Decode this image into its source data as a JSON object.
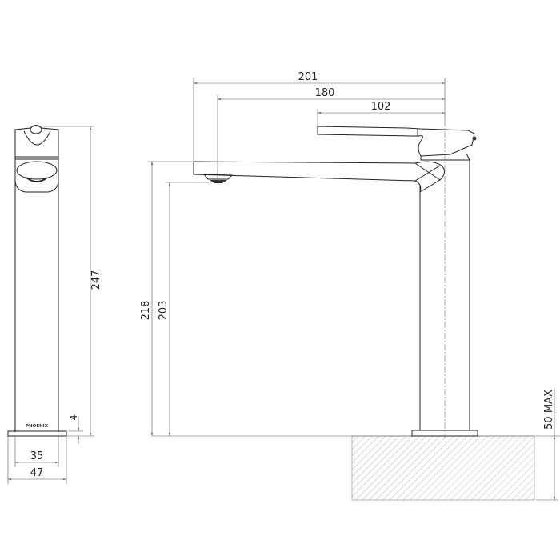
{
  "brand": "PHOENIX",
  "side_view": {
    "height_total": "247",
    "base_thickness": "4",
    "body_width": "35",
    "base_width": "47"
  },
  "front_view": {
    "reach_total": "201",
    "reach_outlet": "180",
    "lever_length": "102",
    "spout_height": "218",
    "outlet_height": "203",
    "bench_thickness": "50 MAX"
  }
}
